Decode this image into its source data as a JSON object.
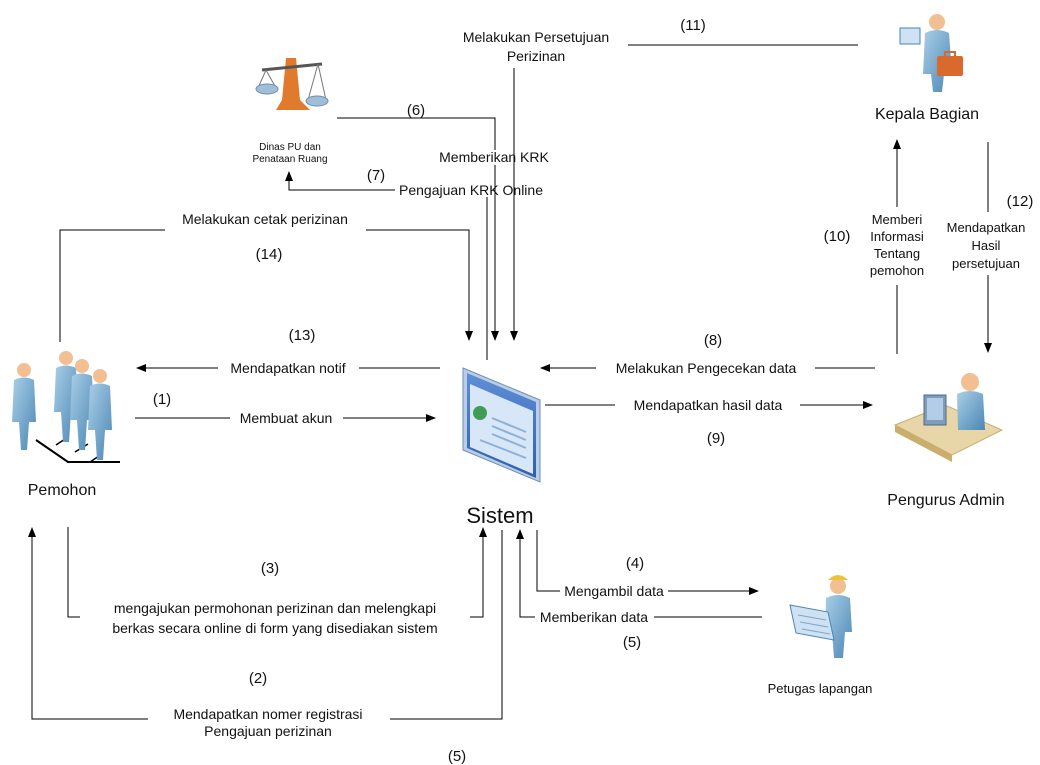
{
  "actors": {
    "pemohon": "Pemohon",
    "sistem": "Sistem",
    "kepala_bagian": "Kepala Bagian",
    "pengurus_admin": "Pengurus Admin",
    "petugas_lapangan": "Petugas lapangan",
    "dinas_line1": "Dinas PU dan",
    "dinas_line2": "Penataan Ruang"
  },
  "flows": {
    "f1": {
      "num": "(1)",
      "label": "Membuat akun"
    },
    "f2": {
      "num": "(2)",
      "label1": "Mendapatkan nomer registrasi",
      "label2": "Pengajuan perizinan"
    },
    "f3": {
      "num": "(3)",
      "label1": "mengajukan permohonan perizinan dan melengkapi",
      "label2": "berkas secara online di form yang disediakan sistem"
    },
    "f4": {
      "num": "(4)",
      "label": "Mengambil data"
    },
    "f5a": {
      "num": "(5)",
      "label": "Memberikan data"
    },
    "f5b": {
      "num": "(5)"
    },
    "f6": {
      "num": "(6)",
      "label": "Memberikan KRK"
    },
    "f7": {
      "num": "(7)",
      "label": "Pengajuan KRK Online"
    },
    "f8": {
      "num": "(8)",
      "label": "Melakukan Pengecekan data"
    },
    "f9": {
      "num": "(9)",
      "label": "Mendapatkan hasil data"
    },
    "f10": {
      "num": "(10)",
      "label1": "Memberi",
      "label2": "Informasi",
      "label3": "Tentang",
      "label4": "pemohon"
    },
    "f11": {
      "num": "(11)",
      "label1": "Melakukan Persetujuan",
      "label2": "Perizinan"
    },
    "f12": {
      "num": "(12)",
      "label1": "Mendapatkan",
      "label2": "Hasil",
      "label3": "persetujuan"
    },
    "f13": {
      "num": "(13)",
      "label": "Mendapatkan notif"
    },
    "f14": {
      "num": "(14)",
      "label": "Melakukan cetak perizinan"
    }
  }
}
